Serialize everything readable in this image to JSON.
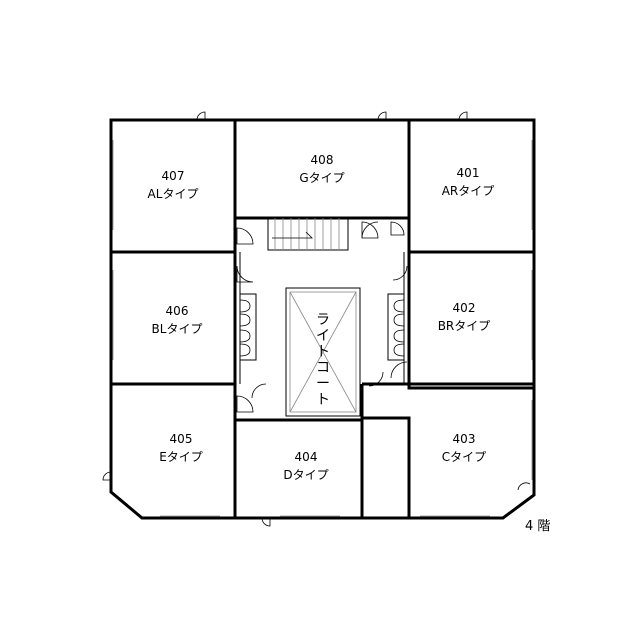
{
  "floor_label": "4 階",
  "rooms": [
    {
      "id": "407",
      "num": "407",
      "type": "ALタイプ"
    },
    {
      "id": "408",
      "num": "408",
      "type": "Gタイプ"
    },
    {
      "id": "401",
      "num": "401",
      "type": "ARタイプ"
    },
    {
      "id": "406",
      "num": "406",
      "type": "BLタイプ"
    },
    {
      "id": "402",
      "num": "402",
      "type": "BRタイプ"
    },
    {
      "id": "405",
      "num": "405",
      "type": "Eタイプ"
    },
    {
      "id": "404",
      "num": "404",
      "type": "Dタイプ"
    },
    {
      "id": "403",
      "num": "403",
      "type": "Cタイプ"
    }
  ],
  "light_court": [
    "ラ",
    "イ",
    "ト",
    "コ",
    "ー",
    "ト"
  ]
}
